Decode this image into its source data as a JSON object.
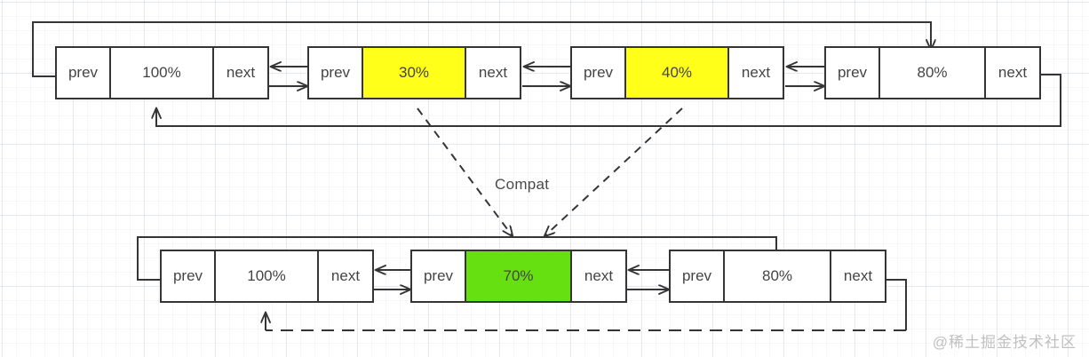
{
  "diagram": {
    "title_label": "Compat",
    "watermark": "@稀土掘金技术社区",
    "colors": {
      "highlight_old": "#ffff1a",
      "highlight_new": "#66e011",
      "stroke": "#353535",
      "text": "#444444",
      "grid": "#8ba0bd"
    },
    "rows": [
      {
        "name": "before-list",
        "nodes": [
          {
            "prev": "prev",
            "value": "100%",
            "next": "next",
            "fill": "white"
          },
          {
            "prev": "prev",
            "value": "30%",
            "next": "next",
            "fill": "yellow"
          },
          {
            "prev": "prev",
            "value": "40%",
            "next": "next",
            "fill": "yellow"
          },
          {
            "prev": "prev",
            "value": "80%",
            "next": "next",
            "fill": "white"
          }
        ]
      },
      {
        "name": "after-list",
        "nodes": [
          {
            "prev": "prev",
            "value": "100%",
            "next": "next",
            "fill": "white"
          },
          {
            "prev": "prev",
            "value": "70%",
            "next": "next",
            "fill": "green"
          },
          {
            "prev": "prev",
            "value": "80%",
            "next": "next",
            "fill": "white"
          }
        ]
      }
    ]
  }
}
